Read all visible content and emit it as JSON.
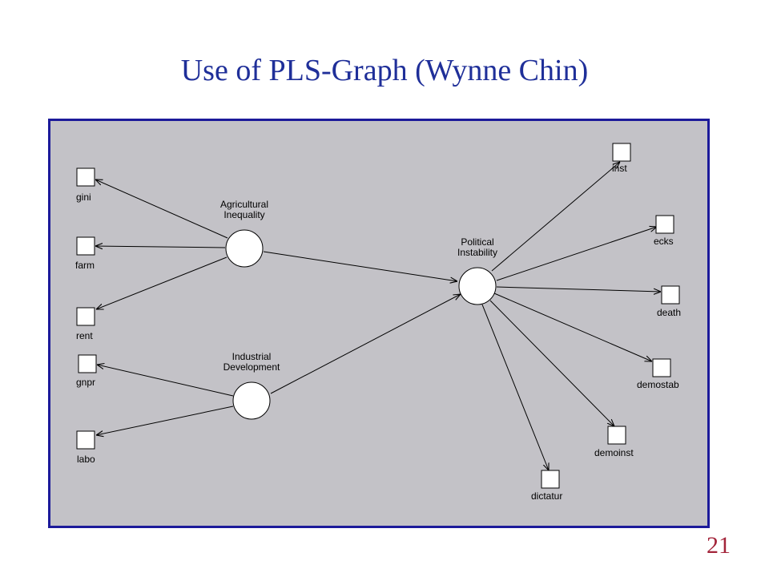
{
  "title": "Use of PLS-Graph (Wynne Chin)",
  "page_number": "21",
  "colors": {
    "title": "#1f2f99",
    "page_number": "#a3243a",
    "panel_background": "#c3c2c7",
    "panel_border": "#1c1a9a"
  },
  "diagram": {
    "latent_variables": [
      {
        "id": "agri",
        "label_lines": [
          "Agricultural",
          "Inequality"
        ]
      },
      {
        "id": "ind",
        "label_lines": [
          "Industrial",
          "Development"
        ]
      },
      {
        "id": "pol",
        "label_lines": [
          "Political",
          "Instability"
        ]
      }
    ],
    "indicators": [
      {
        "id": "gini",
        "label": "gini"
      },
      {
        "id": "farm",
        "label": "farm"
      },
      {
        "id": "rent",
        "label": "rent"
      },
      {
        "id": "gnpr",
        "label": "gnpr"
      },
      {
        "id": "labo",
        "label": "labo"
      },
      {
        "id": "inst",
        "label": "inst"
      },
      {
        "id": "ecks",
        "label": "ecks"
      },
      {
        "id": "death",
        "label": "death"
      },
      {
        "id": "demostab",
        "label": "demostab"
      },
      {
        "id": "demoinst",
        "label": "demoinst"
      },
      {
        "id": "dictatur",
        "label": "dictatur"
      }
    ],
    "paths": [
      {
        "from": "agri",
        "to": "gini"
      },
      {
        "from": "agri",
        "to": "farm"
      },
      {
        "from": "agri",
        "to": "rent"
      },
      {
        "from": "ind",
        "to": "gnpr"
      },
      {
        "from": "ind",
        "to": "labo"
      },
      {
        "from": "agri",
        "to": "pol"
      },
      {
        "from": "ind",
        "to": "pol"
      },
      {
        "from": "pol",
        "to": "inst"
      },
      {
        "from": "pol",
        "to": "ecks"
      },
      {
        "from": "pol",
        "to": "death"
      },
      {
        "from": "pol",
        "to": "demostab"
      },
      {
        "from": "pol",
        "to": "demoinst"
      },
      {
        "from": "pol",
        "to": "dictatur"
      }
    ]
  }
}
